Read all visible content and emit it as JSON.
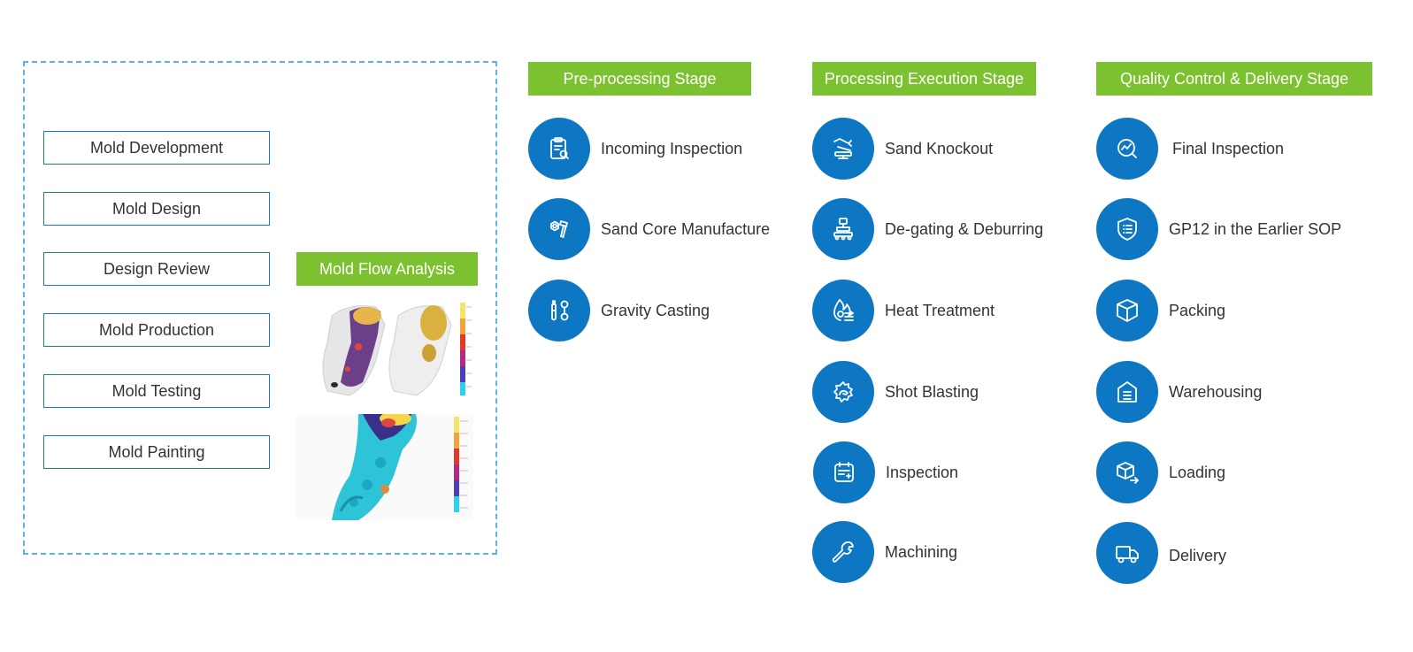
{
  "mold_process": {
    "steps": [
      {
        "label": "Mold Development"
      },
      {
        "label": "Mold Design"
      },
      {
        "label": "Design Review"
      },
      {
        "label": "Mold Production"
      },
      {
        "label": "Mold Testing"
      },
      {
        "label": "Mold Painting"
      }
    ],
    "flow_analysis": {
      "label": "Mold Flow Analysis"
    }
  },
  "stages": [
    {
      "title": "Pre-processing Stage",
      "items": [
        {
          "label": "Incoming Inspection",
          "icon": "clipboard-search-icon"
        },
        {
          "label": "Sand Core Manufacture",
          "icon": "bolt-nut-icon"
        },
        {
          "label": "Gravity Casting",
          "icon": "tools-icon"
        }
      ]
    },
    {
      "title": "Processing Execution Stage",
      "items": [
        {
          "label": "Sand Knockout",
          "icon": "robot-arm-icon"
        },
        {
          "label": "De-gating & Deburring",
          "icon": "machine-icon"
        },
        {
          "label": "Heat Treatment",
          "icon": "flame-icon"
        },
        {
          "label": "Shot Blasting",
          "icon": "gear-hand-icon"
        },
        {
          "label": "Inspection",
          "icon": "checklist-icon"
        },
        {
          "label": "Machining",
          "icon": "wrench-icon"
        }
      ]
    },
    {
      "title": "Quality Control & Delivery Stage",
      "items": [
        {
          "label": "Final Inspection",
          "icon": "magnifier-chart-icon"
        },
        {
          "label": "GP12 in the Earlier SOP",
          "icon": "shield-list-icon"
        },
        {
          "label": "Packing",
          "icon": "box-icon"
        },
        {
          "label": "Warehousing",
          "icon": "warehouse-icon"
        },
        {
          "label": "Loading",
          "icon": "box-arrow-icon"
        },
        {
          "label": "Delivery",
          "icon": "truck-icon"
        }
      ]
    }
  ],
  "colors": {
    "accent_green": "#7cc12f",
    "accent_blue": "#0e77c3",
    "dashed_border": "#5bb3e6",
    "box_border": "#1a7bc2"
  }
}
